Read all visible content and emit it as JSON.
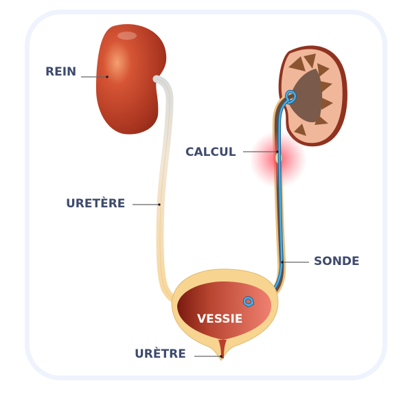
{
  "diagram": {
    "title": "Anatomie urinaire avec sonde",
    "labels": {
      "rein": "REIN",
      "uretere": "URETÈRE",
      "calcul": "CALCUL",
      "sonde": "SONDE",
      "vessie": "VESSIE",
      "uretre": "URÈTRE"
    },
    "colors": {
      "label": "#3e4a6e",
      "frame": "#eef3fd",
      "kidney": "#c84a2e",
      "ureter": "#f7d9a0",
      "stent": "#3a9fd6",
      "bladder": "#b8402c",
      "glow": "#ff4a5a"
    }
  }
}
